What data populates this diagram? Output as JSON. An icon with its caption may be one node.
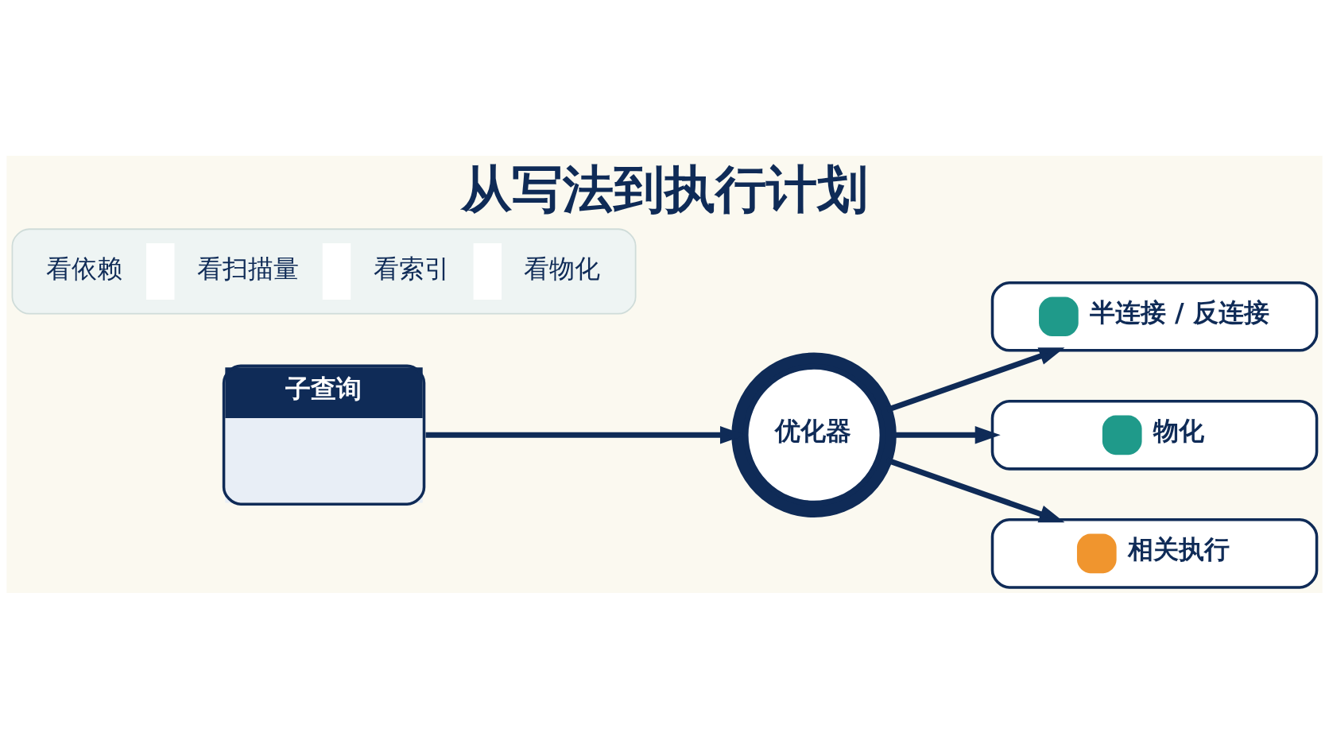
{
  "diagram": {
    "title": "从写法到执行计划",
    "nodes": [
      {
        "text": [
          "子查询"
        ]
      },
      {
        "text": [
          "优化器"
        ]
      },
      {
        "text": [
          "半连接 / 反连接"
        ]
      },
      {
        "text": [
          "物化"
        ]
      },
      {
        "text": [
          "相关执行"
        ]
      },
      {
        "text": [
          "看依赖",
          "看扫描量",
          "看索引",
          "看物化"
        ]
      }
    ],
    "edges": [
      {
        "from": 0,
        "to": 1,
        "arrow": "to"
      },
      {
        "from": 1,
        "to": 2,
        "arrow": "to"
      },
      {
        "from": 1,
        "to": 3,
        "arrow": "to"
      },
      {
        "from": 1,
        "to": 4,
        "arrow": "to"
      }
    ]
  }
}
